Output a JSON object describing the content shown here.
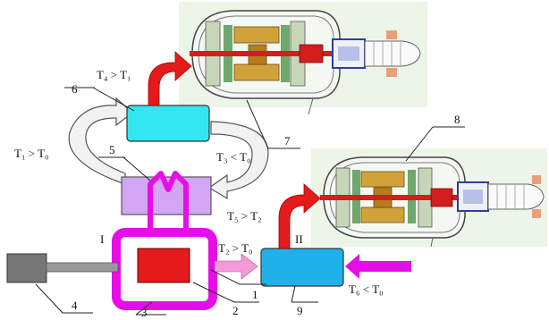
{
  "labels": {
    "t4_gt_t1": "T₄ > T₁",
    "t1_gt_t0": "T₁ > T₀",
    "t3_lt_t0": "T₃ < T₀",
    "t5_gt_t2": "T₅ > T₂",
    "t2_gt_t0": "T₂ > T₀",
    "t6_lt_t0": "T₆ < T₀"
  },
  "roman": {
    "one": "I",
    "two": "II"
  },
  "numbers": {
    "n1": "1",
    "n2": "2",
    "n3": "3",
    "n4": "4",
    "n5": "5",
    "n6": "6",
    "n7": "7",
    "n8": "8",
    "n9": "9"
  },
  "colors": {
    "cyan_block": "#33e6f2",
    "blue_block": "#1fb2ea",
    "magenta": "#e60ee6",
    "lavender": "#d3a5f5",
    "red": "#e51a1a",
    "gray_block": "#777777",
    "pink_arrow": "#f49ad9"
  }
}
